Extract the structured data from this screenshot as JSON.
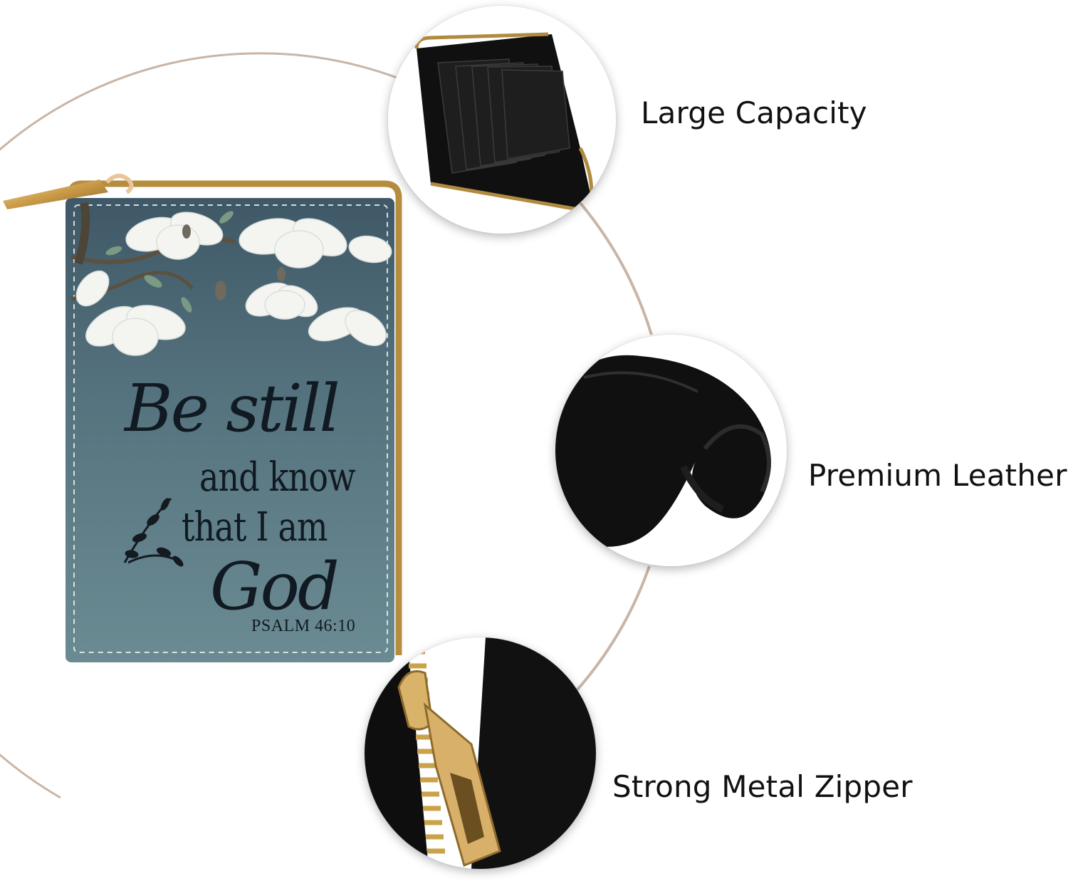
{
  "features": [
    {
      "label": "Large Capacity",
      "icon": "accordion-card-holder-icon"
    },
    {
      "label": "Premium Leather",
      "icon": "leather-roll-icon"
    },
    {
      "label": "Strong Metal Zipper",
      "icon": "zipper-pull-icon"
    }
  ],
  "wallet": {
    "quote_line1": "Be still",
    "quote_line2": "and know",
    "quote_line3": "that I am",
    "quote_line4": "God",
    "reference": "PSALM 46:10"
  },
  "colors": {
    "arc": "#c9b5a6",
    "wallet_teal": "#5c7d8a",
    "wallet_dark": "#3e5866",
    "leather": "#121212",
    "zipper_gold": "#c9a24a"
  }
}
